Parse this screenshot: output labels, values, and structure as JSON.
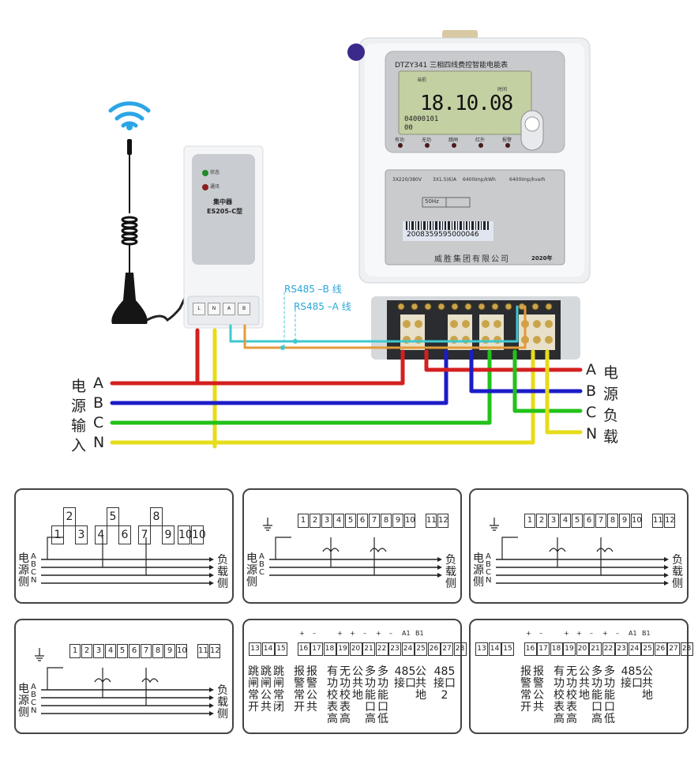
{
  "meter": {
    "title": "DTZY341 三相四线费控智能电能表",
    "lcd_top_left": "当前",
    "lcd_top_right": "时间",
    "lcd_main": "18.10.08",
    "lcd_code": "04000101",
    "lcd_code2": "00",
    "indicators": [
      "有功",
      "无功",
      "跳闸",
      "红外",
      "报警"
    ],
    "spec_voltage": "3X220/380V",
    "spec_current": "3X1.5(6)A",
    "spec_const_active": "6400imp/kWh",
    "spec_const_reactive": "6400imp/kvarh",
    "frequency": "50Hz",
    "barcode": "2008359595000046",
    "manufacturer": "威胜集团有限公司",
    "year": "2020年"
  },
  "concentrator": {
    "led_status": "状态",
    "led_comm": "通讯",
    "name": "集中器",
    "model": "ES205-C型",
    "terminals": [
      "L",
      "N",
      "A",
      "B"
    ]
  },
  "rs485": {
    "b_line": "RS485 –B 线",
    "a_line": "RS485 –A 线"
  },
  "wiring": {
    "colors": {
      "A": "#d42020",
      "B": "#1c1cc8",
      "C": "#22c21a",
      "N": "#e6dc1a",
      "rsA": "#3ec8d0",
      "rsB": "#e39a3a"
    },
    "source_side": [
      "电",
      "源",
      "输",
      "入"
    ],
    "source_phases": [
      "A",
      "B",
      "C",
      "N"
    ],
    "load_phases": [
      "A",
      "B",
      "C",
      "N"
    ],
    "load_side": [
      "电",
      "源",
      "负",
      "载"
    ]
  },
  "diagrams": {
    "source_label": [
      "电",
      "源",
      "侧"
    ],
    "load_label": [
      "负",
      "载",
      "侧"
    ],
    "phases4": [
      "A",
      "B",
      "C",
      "N"
    ],
    "phases3": [
      "A",
      "B",
      "C"
    ],
    "d1_terminals": [
      "1",
      "2",
      "3",
      "4",
      "5",
      "6",
      "7",
      "8",
      "9",
      "10",
      "10"
    ],
    "d2_terminals": [
      "1",
      "2",
      "3",
      "4",
      "5",
      "6",
      "7",
      "8",
      "9",
      "10",
      "11",
      "12"
    ],
    "d3_terminals": [
      "1",
      "2",
      "3",
      "4",
      "5",
      "6",
      "7",
      "8",
      "9",
      "10",
      "11",
      "12"
    ],
    "d4_terminals": [
      "1",
      "2",
      "3",
      "4",
      "5",
      "6",
      "7",
      "8",
      "9",
      "10",
      "11",
      "12"
    ],
    "aux_a": {
      "terminals": [
        "13",
        "14",
        "15",
        "16",
        "17",
        "18",
        "19",
        "20",
        "21",
        "22",
        "23",
        "24",
        "25",
        "26",
        "27",
        "28"
      ],
      "signs": [
        "+",
        "–",
        "+",
        "+",
        "–",
        "+",
        "–",
        "A1",
        "B1"
      ],
      "labels": [
        "跳闸常开",
        "跳闸公共",
        "跳闸常闭",
        "报警常开",
        "报警公共",
        "有功校表高",
        "无功校表高",
        "公共地",
        "多功能口高",
        "多功能口低",
        "485接口",
        "公共地",
        "485接口2"
      ]
    },
    "aux_b": {
      "terminals": [
        "13",
        "14",
        "15",
        "16",
        "17",
        "18",
        "19",
        "20",
        "21",
        "22",
        "23",
        "24",
        "25",
        "26",
        "27",
        "28"
      ],
      "signs": [
        "+",
        "–",
        "+",
        "+",
        "–",
        "+",
        "–",
        "A1",
        "B1"
      ],
      "labels": [
        "报警常开",
        "报警公共",
        "有功校表高",
        "无功校表高",
        "公共地",
        "多功能口高",
        "多功能口低",
        "485接口",
        "公共地"
      ]
    }
  }
}
